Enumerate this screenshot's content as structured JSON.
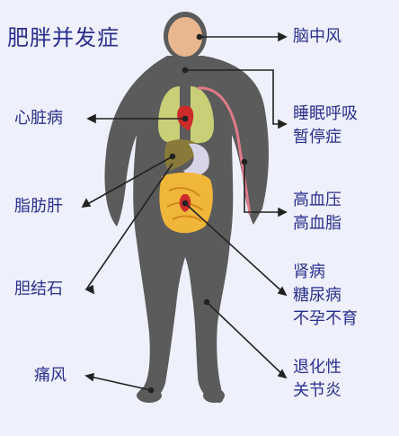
{
  "title": "肥胖并发症",
  "labels": {
    "brain": "脑中风",
    "sleep_1": "睡眠呼吸",
    "sleep_2": "暂停症",
    "heart": "心脏病",
    "bp_1": "高血压",
    "bp_2": "高血脂",
    "fatty_liver": "脂肪肝",
    "kidney_1": "肾病",
    "kidney_2": "糖尿病",
    "kidney_3": "不孕不育",
    "gallstone": "胆结石",
    "arthritis_1": "退化性",
    "arthritis_2": "关节炎",
    "gout": "痛风"
  },
  "colors": {
    "background": "#eef0fb",
    "body": "#5b5b5b",
    "title_text": "#2a2f8c",
    "label_text": "#2a2f8c",
    "leader_lines": "#222222",
    "head": "#e8b78f",
    "lungs": "#c9cf77",
    "heart": "#cc2b2b",
    "artery": "#e07a8a",
    "liver": "#8a7a3a",
    "stomach": "#d8d4e8",
    "intestines": "#f0b63a"
  }
}
